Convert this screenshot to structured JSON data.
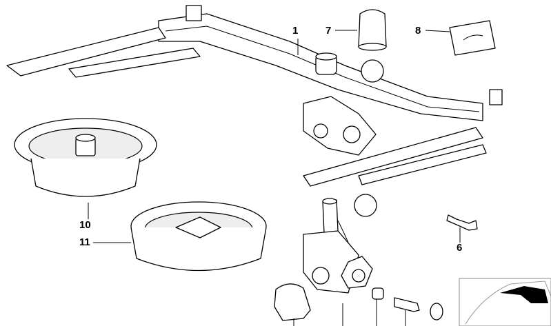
{
  "diagram": {
    "part_labels": {
      "p1": "1",
      "p7": "7",
      "p8": "8",
      "p10": "10",
      "p11": "11",
      "p6": "6"
    }
  }
}
